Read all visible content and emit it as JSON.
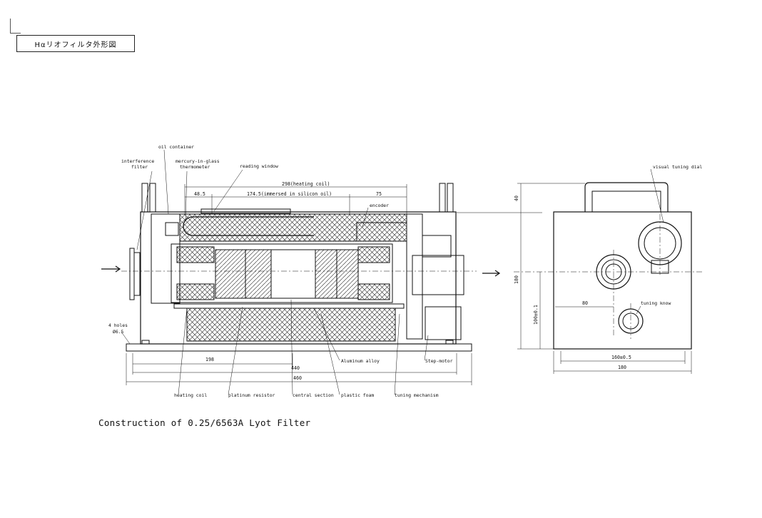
{
  "header": {
    "title": "Hαリオフィルタ外形図"
  },
  "caption": "Construction of 0.25/6563A Lyot Filter",
  "labels": {
    "interference_filter_1": "interference",
    "interference_filter_2": "filter",
    "oil_container": "oil container",
    "thermometer_1": "mercury-in-glass",
    "thermometer_2": "thermometer",
    "reading_window": "reading window",
    "encoder": "encoder",
    "visual_tuning_dial": "visual tuning dial",
    "tuning_knob": "tuning know",
    "holes_1": "4 holes",
    "holes_2": "Ø6.5",
    "aluminum_alloy": "Aluminum alloy",
    "step_motor": "Step-motor",
    "heating_coil": "heating coil",
    "platinum_resistor": "platinum resistor",
    "central_section": "central section",
    "plastic_foam": "plastic foam",
    "tuning_mechanism": "tuning mechanism"
  },
  "dimensions": {
    "heating_coil_len": "298(heating coil)",
    "d48_5": "48.5",
    "immersed": "174.5(immersed in silicon oil)",
    "d75": "75",
    "d198": "198",
    "d440": "440",
    "d460": "460",
    "d40": "40",
    "d180_v": "180",
    "d100": "100±0.1",
    "d80": "80",
    "d160": "160±0.5",
    "d180_h": "180"
  }
}
